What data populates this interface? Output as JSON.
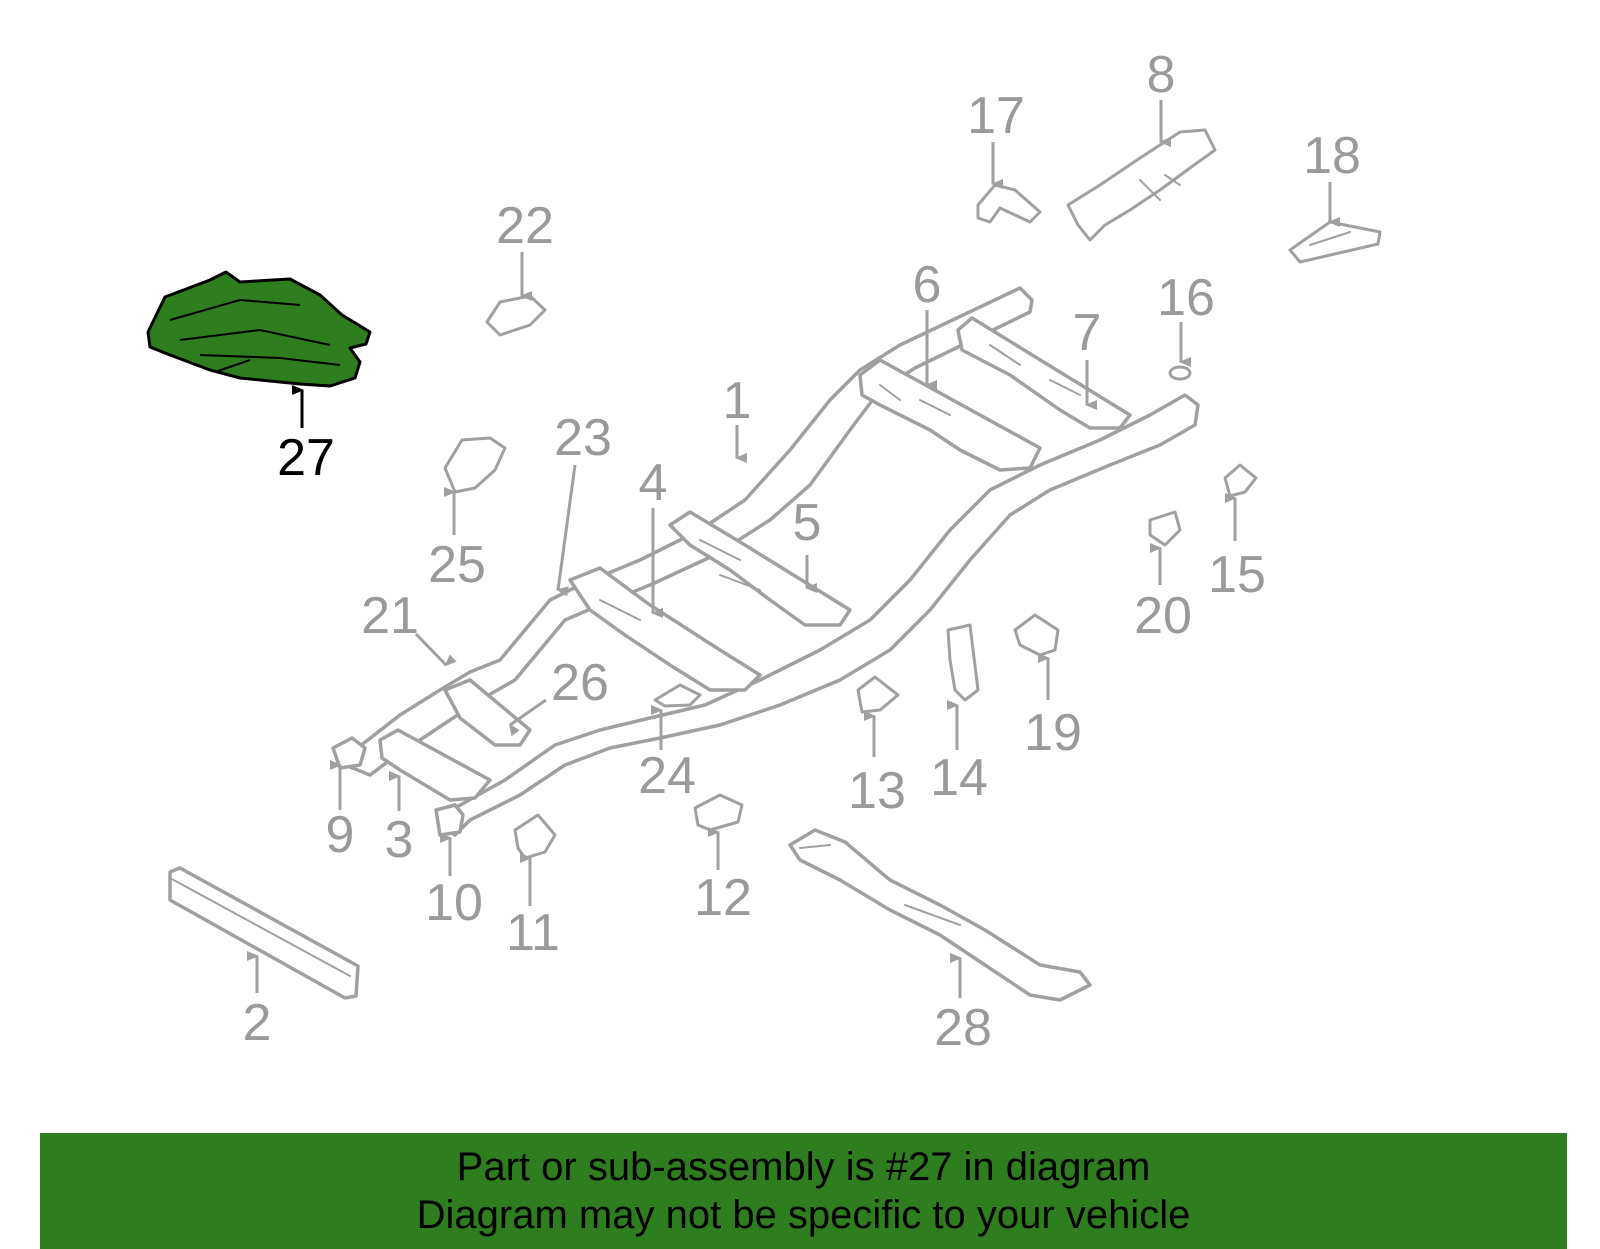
{
  "highlight_color": "#2e7d1e",
  "highlighted_part": "27",
  "labels": {
    "p1": "1",
    "p2": "2",
    "p3": "3",
    "p4": "4",
    "p5": "5",
    "p6": "6",
    "p7": "7",
    "p8": "8",
    "p9": "9",
    "p10": "10",
    "p11": "11",
    "p12": "12",
    "p13": "13",
    "p14": "14",
    "p15": "15",
    "p16": "16",
    "p17": "17",
    "p18": "18",
    "p19": "19",
    "p20": "20",
    "p21": "21",
    "p22": "22",
    "p23": "23",
    "p24": "24",
    "p25": "25",
    "p26": "26",
    "p27": "27",
    "p28": "28"
  },
  "banner": {
    "line1": "Part or sub-assembly is #27 in diagram",
    "line2": "Diagram may not be specific to your vehicle"
  }
}
